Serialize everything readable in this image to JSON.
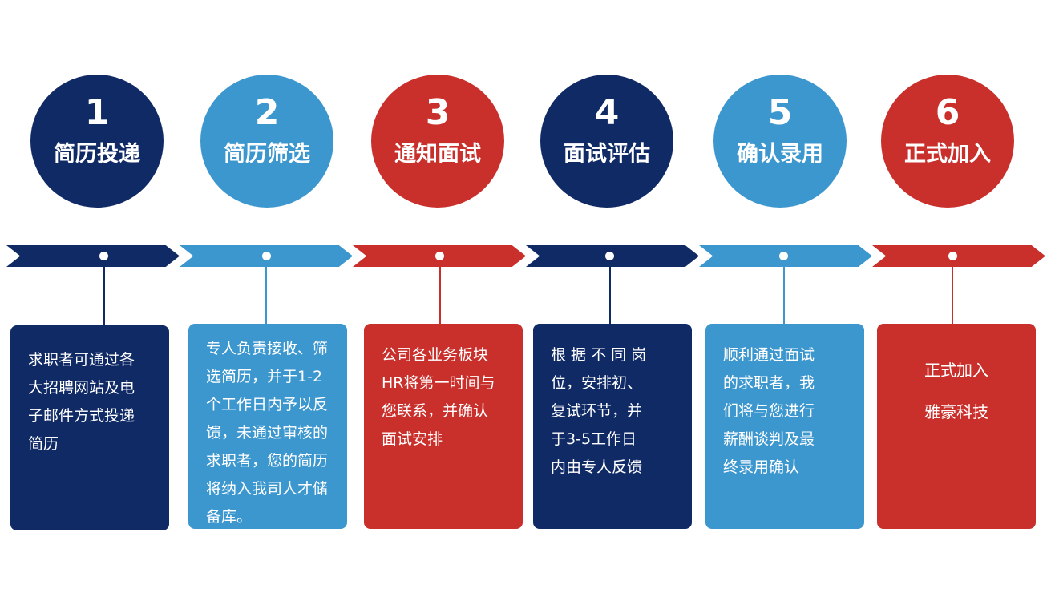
{
  "colors": {
    "navy": "#102a66",
    "blue": "#3d97cf",
    "red": "#c9302c"
  },
  "steps": [
    {
      "num": "1",
      "title": "简历投递",
      "color": "navy",
      "text": [
        "求职者可通过各",
        "大招聘网站及电",
        "子邮件方式投递",
        "简历"
      ]
    },
    {
      "num": "2",
      "title": "简历筛选",
      "color": "blue",
      "text": [
        "专人负责接收、筛",
        "选简历，并于1-2",
        "个工作日内予以反",
        "馈，未通过审核的",
        "求职者，您的简历",
        "将纳入我司人才储",
        "备库。"
      ]
    },
    {
      "num": "3",
      "title": "通知面试",
      "color": "red",
      "text": [
        "公司各业务板块",
        "HR将第一时间与",
        "您联系，并确认",
        "面试安排"
      ]
    },
    {
      "num": "4",
      "title": "面试评估",
      "color": "navy",
      "text": [
        "根 据 不 同 岗",
        "位，安排初、",
        "复试环节，并",
        "于3-5工作日",
        "内由专人反馈"
      ]
    },
    {
      "num": "5",
      "title": "确认录用",
      "color": "blue",
      "text": [
        "顺利通过面试",
        "的求职者，我",
        "们将与您进行",
        "薪酬谈判及最",
        "终录用确认"
      ]
    },
    {
      "num": "6",
      "title": "正式加入",
      "color": "red",
      "text": [
        "正式加入",
        "雅豪科技"
      ]
    }
  ]
}
